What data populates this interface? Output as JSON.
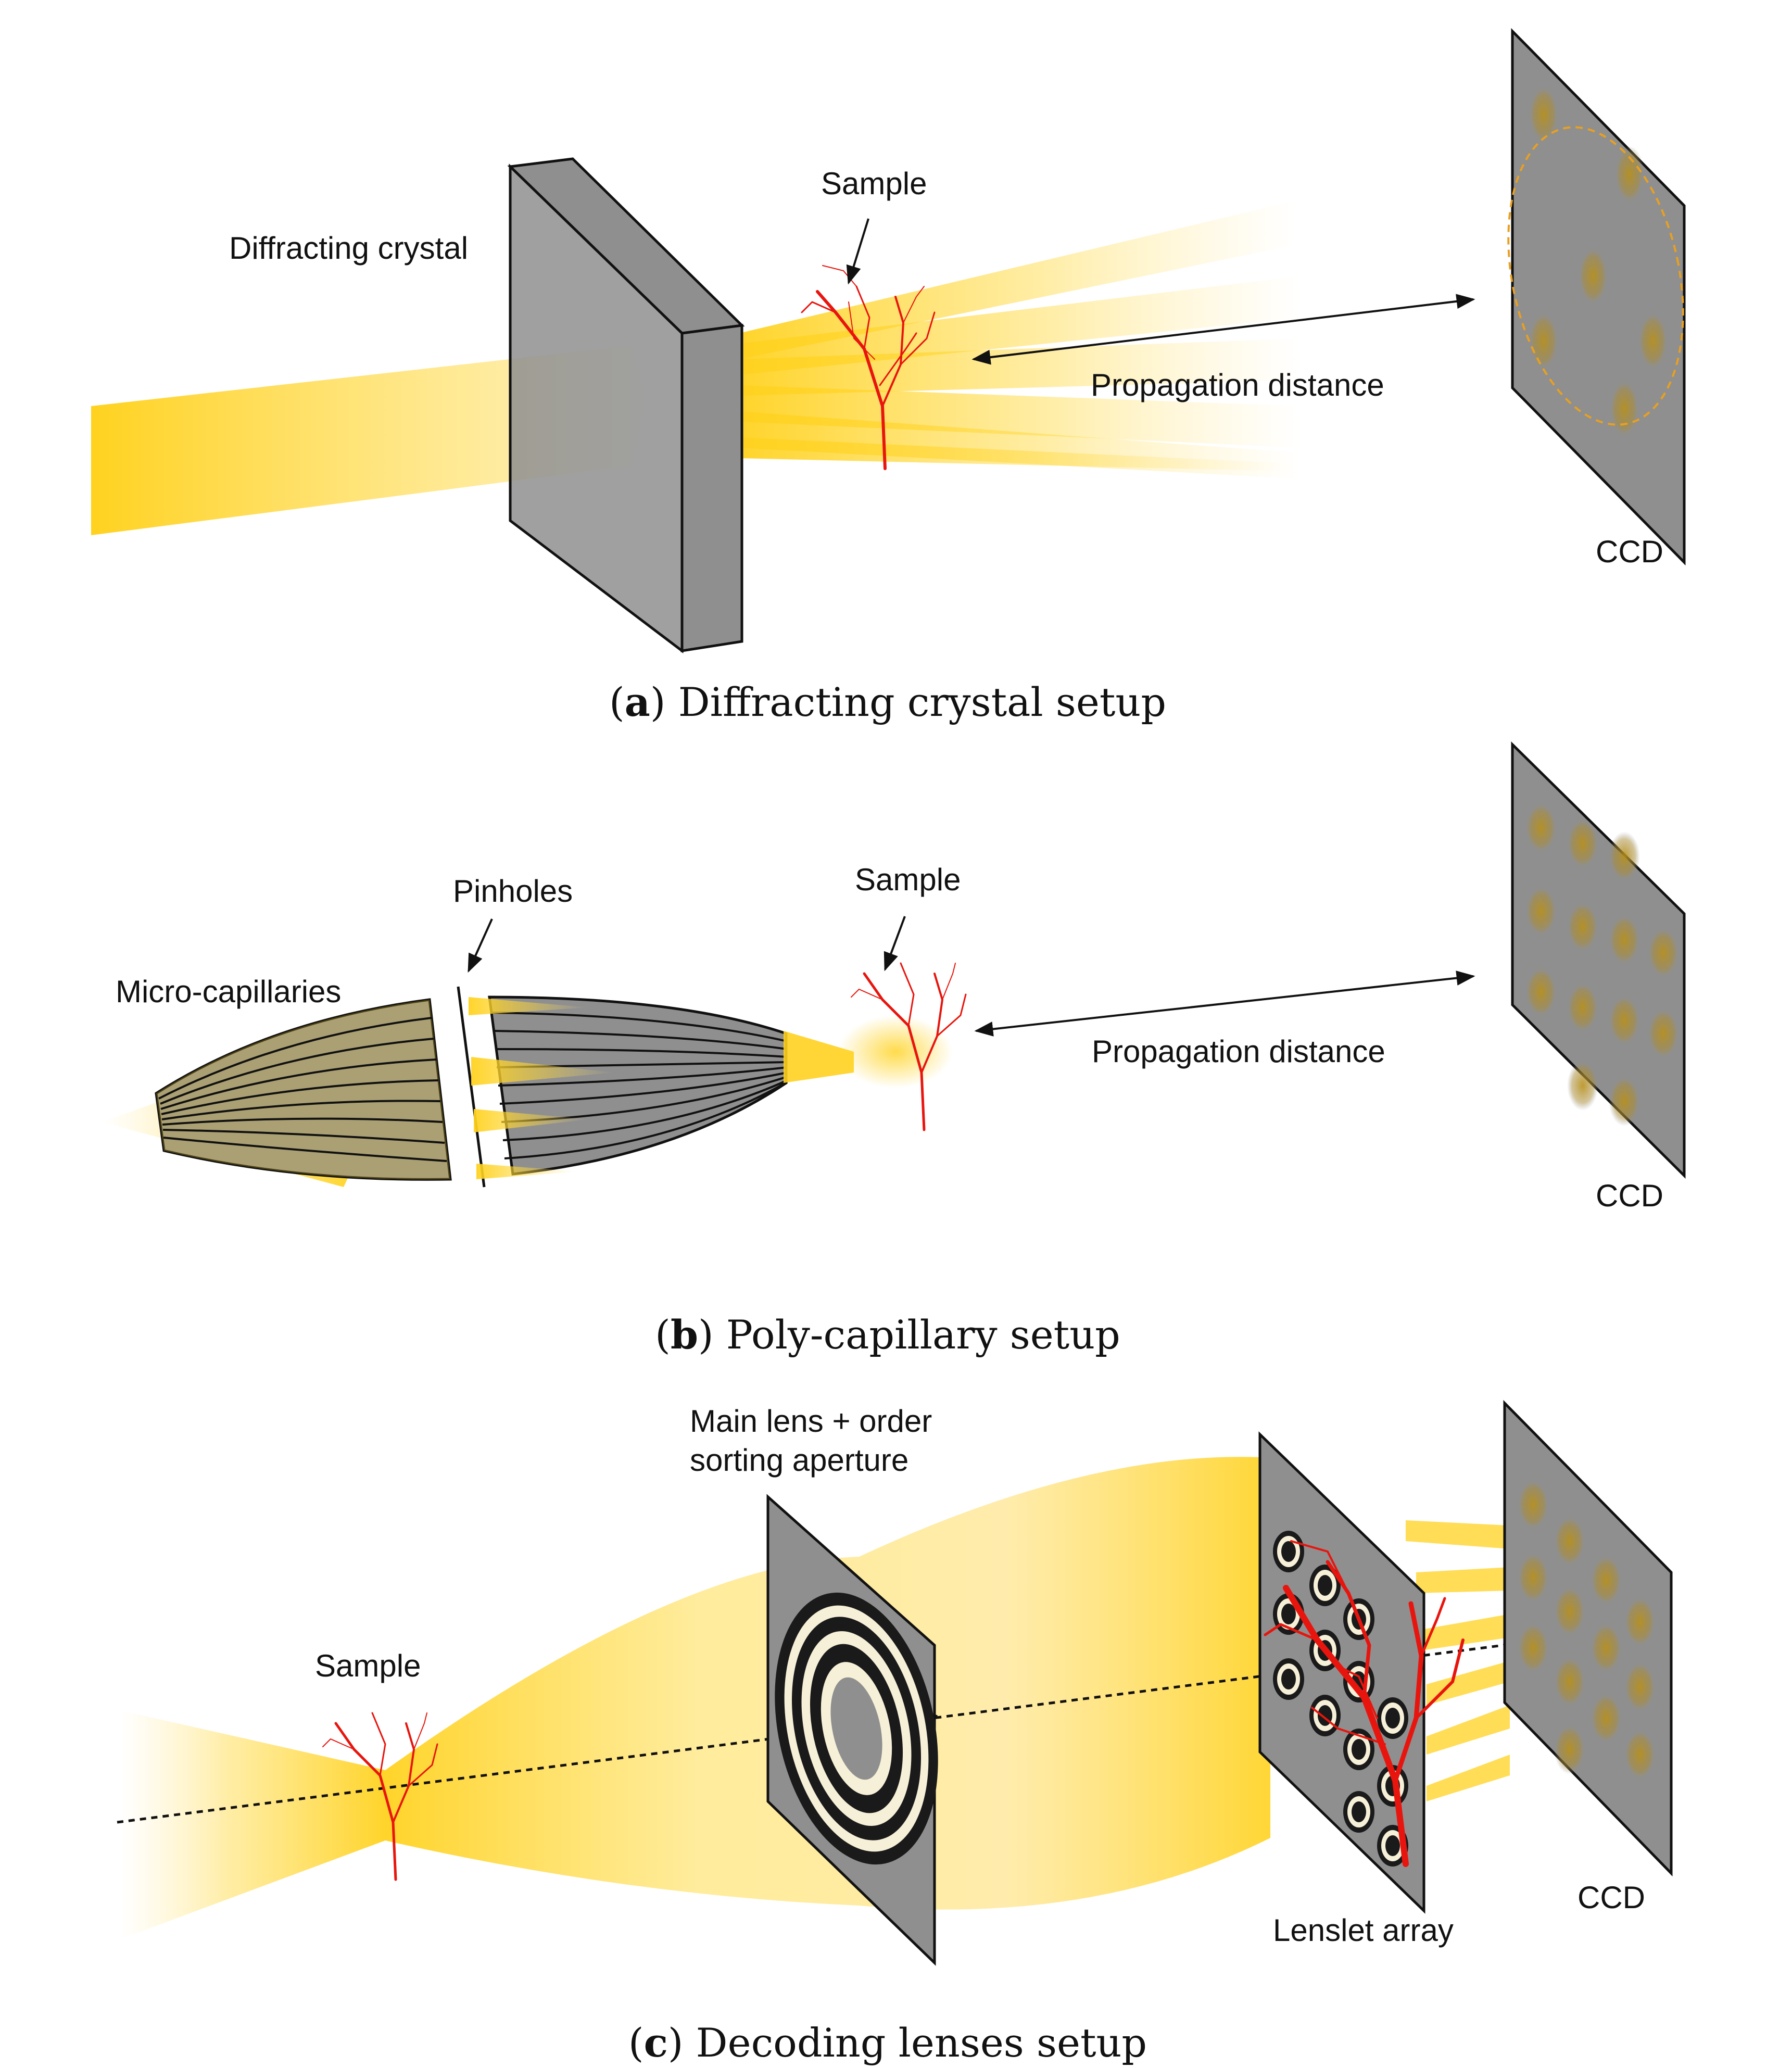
{
  "panel_a": {
    "labels": {
      "crystal": "Diffracting crystal",
      "sample": "Sample",
      "distance": "Propagation distance",
      "ccd": "CCD"
    },
    "caption": {
      "letter": "a",
      "text": "Diffracting crystal setup"
    }
  },
  "panel_b": {
    "labels": {
      "pinholes": "Pinholes",
      "capillaries": "Micro-capillaries",
      "sample": "Sample",
      "distance": "Propagation distance",
      "ccd": "CCD"
    },
    "caption": {
      "letter": "b",
      "text": "Poly-capillary setup"
    }
  },
  "panel_c": {
    "labels": {
      "lens_line1": "Main lens + order",
      "lens_line2": "sorting aperture",
      "sample": "Sample",
      "lenslet": "Lenslet array",
      "ccd": "CCD"
    },
    "caption": {
      "letter": "c",
      "text": "Decoding lenses setup"
    }
  },
  "colors": {
    "beam": "#ffd21f",
    "plate": "#8f8f8f",
    "sample": "#e8150e",
    "spot": "#b8901a",
    "ring_order": "#e8a020"
  }
}
